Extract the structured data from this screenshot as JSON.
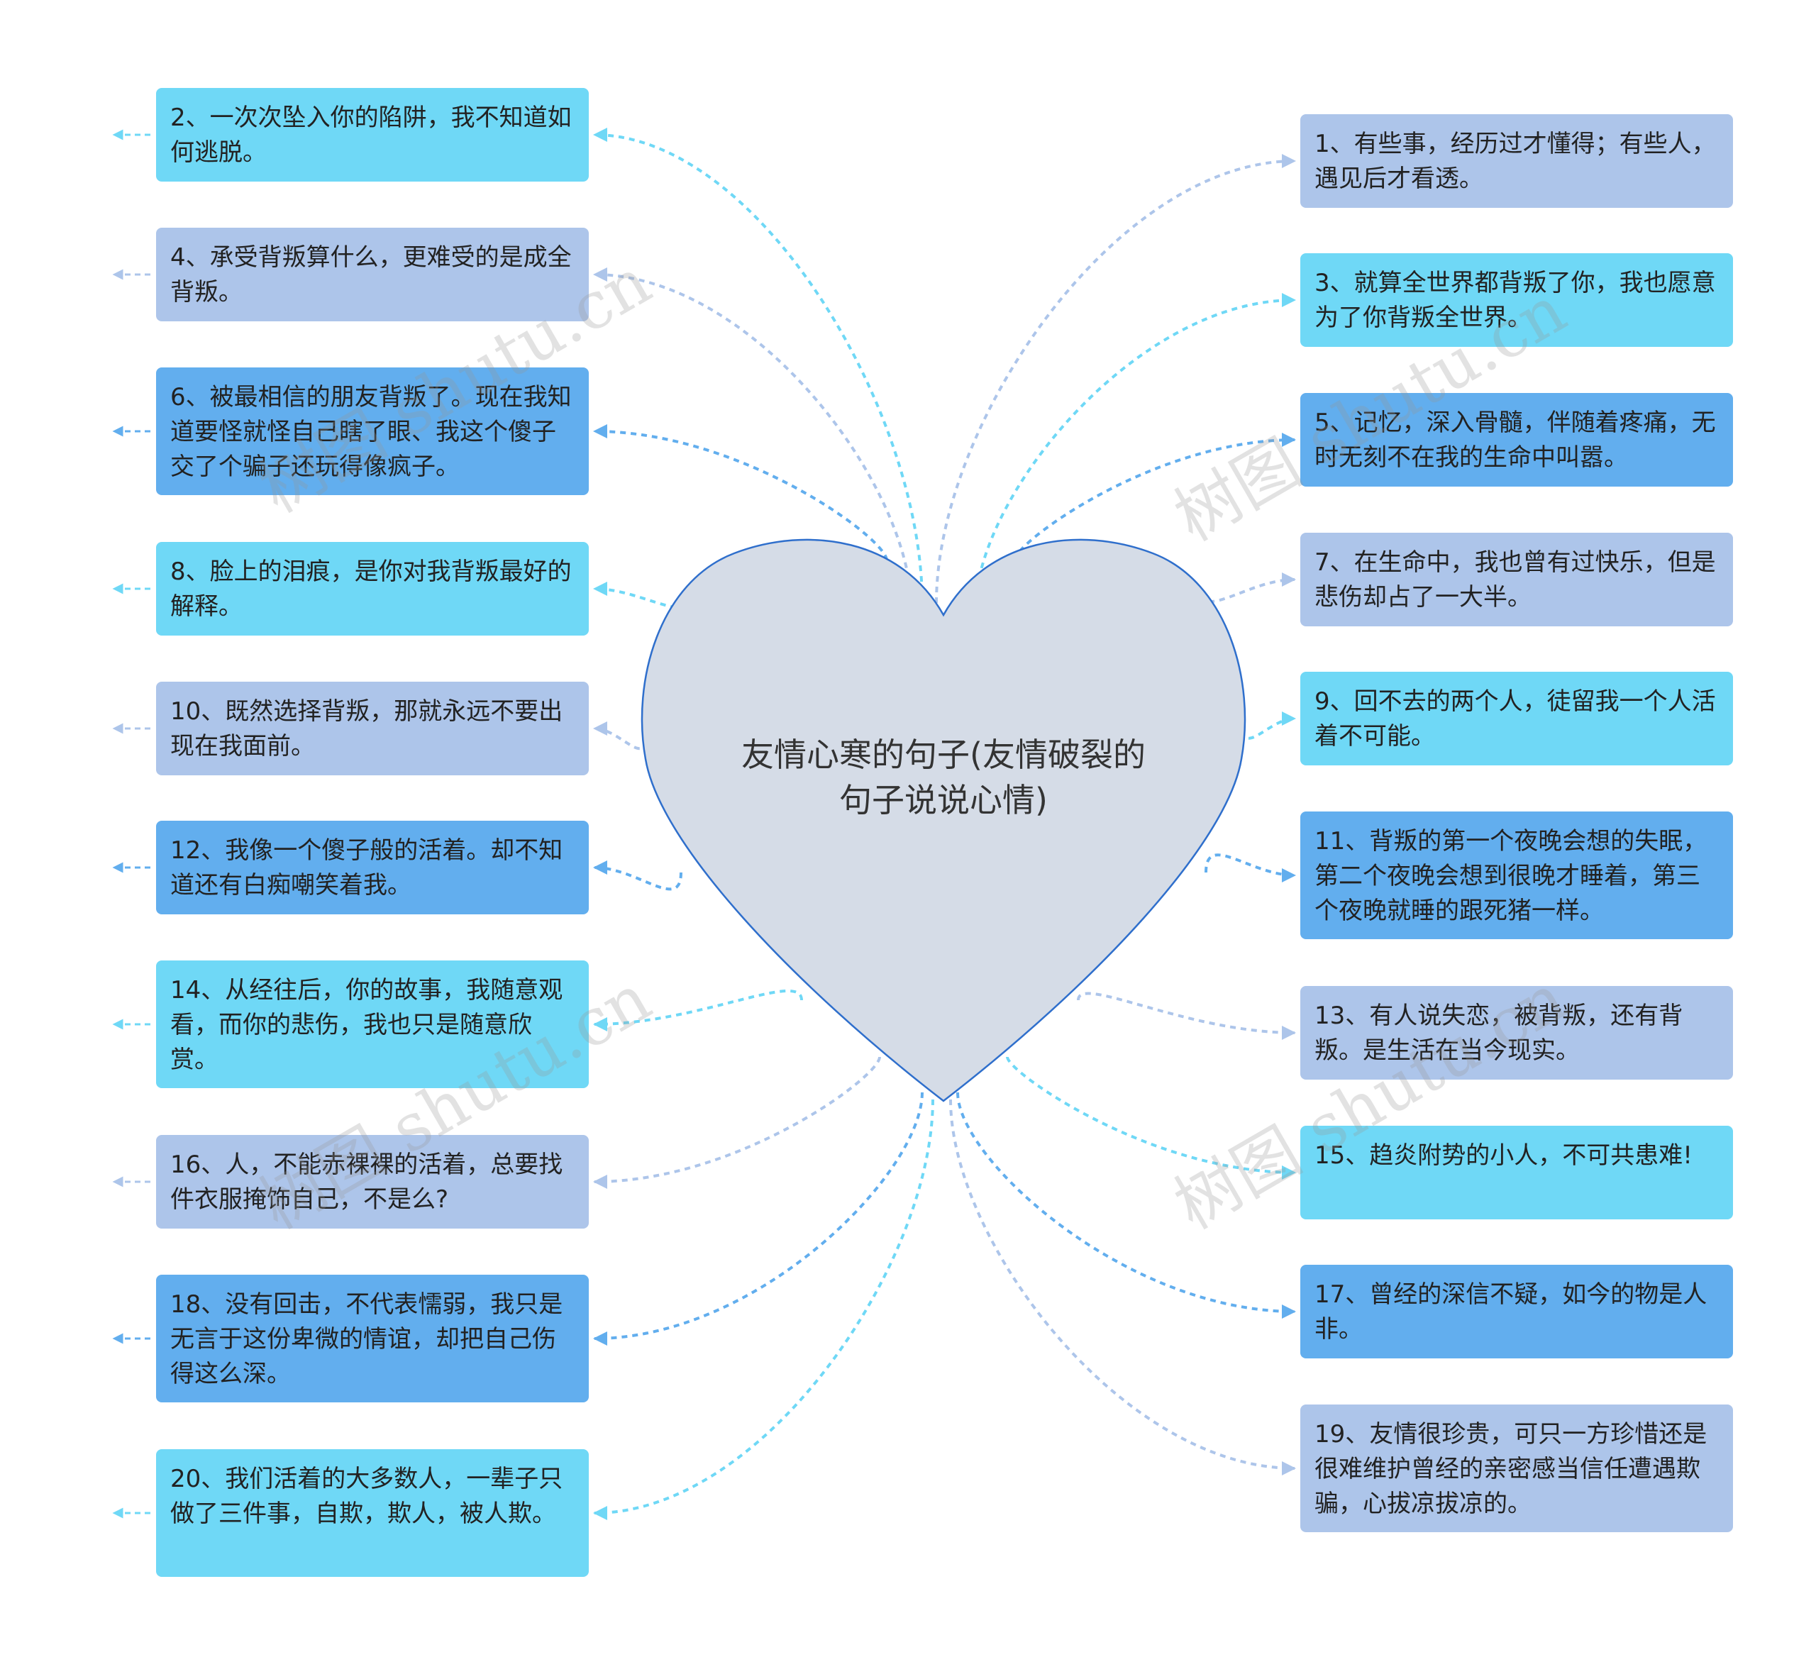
{
  "center": {
    "title": "友情心寒的句子(友情破裂的句子说说心情)"
  },
  "colors": {
    "cyan": "#6fd8f6",
    "lavender": "#adc5ea",
    "blue": "#62aeee",
    "heart_fill": "#d5dce7",
    "heart_stroke": "#2f6fcc"
  },
  "left_nodes": [
    {
      "text": "2、一次次坠入你的陷阱，我不知道如何逃脱。",
      "color": "cyan"
    },
    {
      "text": "4、承受背叛算什么，更难受的是成全背叛。",
      "color": "lavender"
    },
    {
      "text": "6、被最相信的朋友背叛了。现在我知道要怪就怪自己瞎了眼、我这个傻子交了个骗子还玩得像疯子。",
      "color": "blue"
    },
    {
      "text": "8、脸上的泪痕，是你对我背叛最好的解释。",
      "color": "cyan"
    },
    {
      "text": "10、既然选择背叛，那就永远不要出现在我面前。",
      "color": "lavender"
    },
    {
      "text": "12、我像一个傻子般的活着。却不知道还有白痴嘲笑着我。",
      "color": "blue"
    },
    {
      "text": "14、从经往后，你的故事，我随意观看，而你的悲伤，我也只是随意欣赏。",
      "color": "cyan"
    },
    {
      "text": "16、人，不能赤裸裸的活着，总要找件衣服掩饰自己，不是么?",
      "color": "lavender"
    },
    {
      "text": "18、没有回击，不代表懦弱，我只是无言于这份卑微的情谊，却把自己伤得这么深。",
      "color": "blue"
    },
    {
      "text": "20、我们活着的大多数人，一辈子只做了三件事，自欺，欺人，被人欺。",
      "color": "cyan"
    }
  ],
  "right_nodes": [
    {
      "text": "1、有些事，经历过才懂得；有些人，遇见后才看透。",
      "color": "lavender"
    },
    {
      "text": "3、就算全世界都背叛了你，我也愿意为了你背叛全世界。",
      "color": "cyan"
    },
    {
      "text": "5、记忆，深入骨髓，伴随着疼痛，无时无刻不在我的生命中叫嚣。",
      "color": "blue"
    },
    {
      "text": "7、在生命中，我也曾有过快乐，但是悲伤却占了一大半。",
      "color": "lavender"
    },
    {
      "text": "9、回不去的两个人，徒留我一个人活着不可能。",
      "color": "cyan"
    },
    {
      "text": "11、背叛的第一个夜晚会想的失眠，第二个夜晚会想到很晚才睡着，第三个夜晚就睡的跟死猪一样。",
      "color": "blue"
    },
    {
      "text": "13、有人说失恋，被背叛，还有背叛。是生活在当今现实。",
      "color": "lavender"
    },
    {
      "text": "15、趋炎附势的小人，不可共患难!",
      "color": "cyan"
    },
    {
      "text": "17、曾经的深信不疑，如今的物是人非。",
      "color": "blue"
    },
    {
      "text": "19、友情很珍贵，可只一方珍惜还是很难维护曾经的亲密感当信任遭遇欺骗，心拔凉拔凉的。",
      "color": "lavender"
    }
  ],
  "watermark": "树图 shutu.cn"
}
